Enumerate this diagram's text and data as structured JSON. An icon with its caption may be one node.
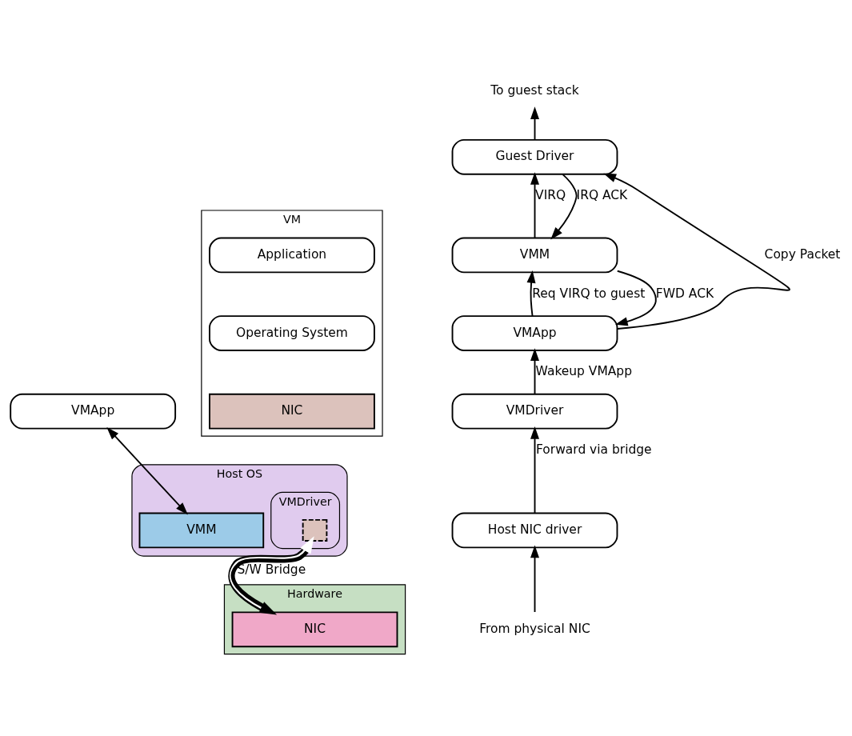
{
  "diagram": {
    "nodes": [
      {
        "text": [
          "VM"
        ]
      },
      {
        "text": [
          "Application"
        ],
        "in": 0
      },
      {
        "text": [
          "Operating System"
        ],
        "in": 0
      },
      {
        "text": [
          "NIC"
        ],
        "in": 0
      },
      {
        "text": [
          "VMApp"
        ]
      },
      {
        "text": [
          "Host OS"
        ]
      },
      {
        "text": [
          "VMDriver"
        ],
        "in": 5
      },
      {
        "text": [],
        "shape": "box",
        "in": 6
      },
      {
        "text": [
          "VMM"
        ],
        "in": 5
      },
      {
        "text": [
          "Hardware"
        ]
      },
      {
        "text": [
          "NIC"
        ],
        "in": 9
      },
      {
        "text": [
          "To guest stack"
        ]
      },
      {
        "text": [
          "Guest Driver"
        ]
      },
      {
        "text": [
          "VMM"
        ]
      },
      {
        "text": [
          "VMApp"
        ]
      },
      {
        "text": [
          "VMDriver"
        ]
      },
      {
        "text": [
          "Host NIC driver"
        ]
      },
      {
        "text": [
          "From physical NIC"
        ]
      }
    ],
    "edges": [
      {
        "from": 4,
        "to": 8,
        "arrow": "both"
      },
      {
        "from": 7,
        "to": 10,
        "arrow": "both",
        "label": "S/W Bridge",
        "style": "thick"
      },
      {
        "from": 17,
        "to": 16,
        "arrow": "to"
      },
      {
        "from": 16,
        "to": 15,
        "arrow": "to",
        "label": "Forward via bridge"
      },
      {
        "from": 15,
        "to": 14,
        "arrow": "to",
        "label": "Wakeup VMApp"
      },
      {
        "from": 14,
        "to": 13,
        "arrow": "to",
        "label": "Req VIRQ to guest"
      },
      {
        "from": 13,
        "to": 12,
        "arrow": "to",
        "label": "VIRQ"
      },
      {
        "from": 12,
        "to": 11,
        "arrow": "to"
      },
      {
        "from": 14,
        "to": 12,
        "arrow": "to",
        "label": "Copy Packet"
      },
      {
        "from": 13,
        "to": 14,
        "arrow": "to",
        "label": "FWD ACK"
      },
      {
        "from": 12,
        "to": 13,
        "arrow": "to",
        "label": "IRQ ACK"
      }
    ]
  }
}
